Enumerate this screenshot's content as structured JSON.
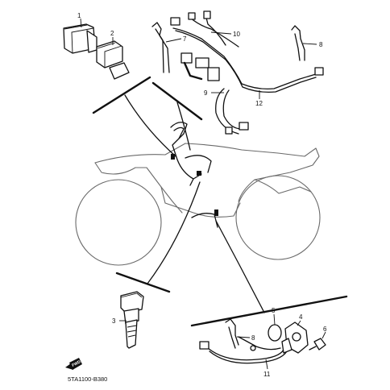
{
  "callouts": {
    "n1": "1",
    "n2": "2",
    "n3": "3",
    "n4": "4",
    "n5": "5",
    "n6": "6",
    "n7": "7",
    "n8_top": "8",
    "n8_bottom": "8",
    "n9": "9",
    "n10": "10",
    "n11": "11",
    "n12": "12"
  },
  "part_code": "5TA1100-B380",
  "direction_badge": "FWD"
}
